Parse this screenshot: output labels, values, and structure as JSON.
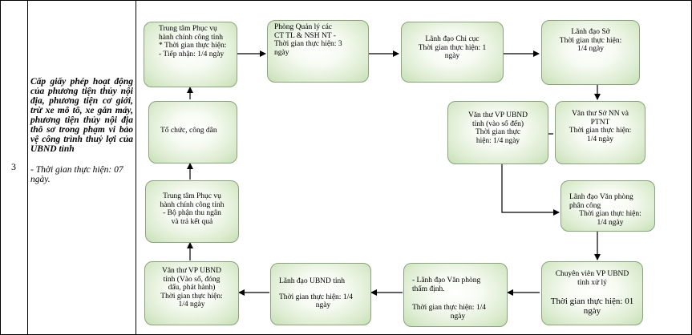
{
  "row_number": "3",
  "procedure_title": "Cấp giấy phép hoạt động của phương tiện thủy nội địa, phương tiện cơ giới, trừ xe mô tô, xe gắn máy, phương tiện thủy nội địa thô sơ trong phạm vi bảo vệ công trình thuỷ lợi của UBND tỉnh",
  "procedure_time": "- Thời gian thực hiện: 07 ngày.",
  "steps": {
    "trung_tam_tiep_nhan": [
      "Trung tâm Phục vụ",
      "hành chính công tỉnh",
      "* Thời gian thực hiện:",
      "- Tiếp nhận: 1/4 ngày"
    ],
    "phong_quan_ly": [
      "Phòng Quản lý các",
      "CT TL & NSH NT -",
      "Thời gian thực hiện: 3",
      "ngày"
    ],
    "lanh_dao_chi_cuc": [
      "Lãnh đạo Chi cục",
      "Thời gian thực hiện: 1",
      "ngày"
    ],
    "lanh_dao_so": [
      "Lãnh đạo Sở",
      "Thời gian thực hiện:",
      "1/4  ngày"
    ],
    "to_chuc_cong_dan": [
      "Tổ chức, công dân"
    ],
    "van_thu_ubnd_vao_so": [
      "Văn thư VP UBND",
      "tỉnh (vào sổ đến)",
      "Thời gian thực",
      "hiện: 1/4  ngày"
    ],
    "van_thu_so_nn": [
      "Văn thư  Sở NN và",
      "PTNT",
      "Thời gian thực hiện:",
      "1/4  ngày"
    ],
    "trung_tam_tra_ket_qua": [
      "Trung tâm Phục vụ",
      "hành chính công tỉnh",
      "- Bộ phận thu ngân",
      "và trả kết quả"
    ],
    "lanh_dao_vp_phan_cong": [
      "Lãnh đạo Văn phòng",
      "phân công",
      "Thời gian thực hiện:",
      "1/4  ngày"
    ],
    "van_thu_ubnd_phat_hanh": [
      "Văn thư VP UBND",
      "tỉnh (Vào sổ, đóng",
      "dấu, phát hành)",
      "Thời gian thực hiện:",
      "1/4  ngày"
    ],
    "lanh_dao_ubnd": [
      "Lãnh đạo UBND tỉnh",
      "Thời gian thực hiện: 1/4",
      "ngày"
    ],
    "lanh_dao_vp_tham_dinh": [
      "- Lãnh đạo Văn phòng",
      "thẩm định.",
      "Thời gian thực hiện: 1/4",
      "ngày"
    ],
    "chuyen_vien_vp": [
      "Chuyên viên VP UBND",
      "tỉnh xử lý",
      "Thời gian thực hiện: 01",
      "ngày"
    ]
  }
}
